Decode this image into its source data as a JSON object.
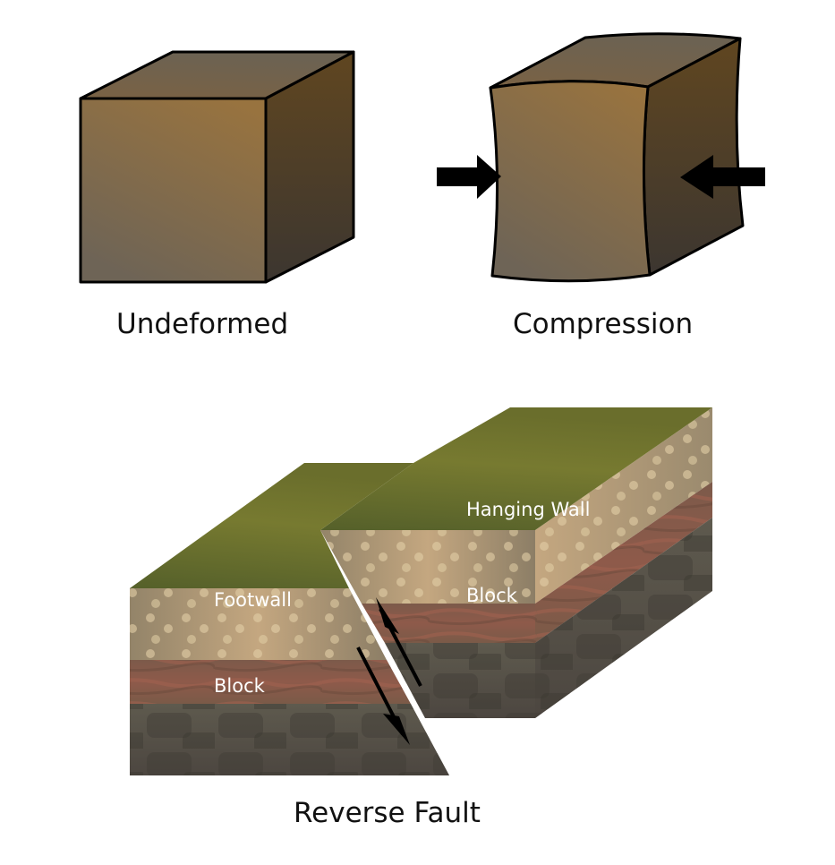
{
  "labels": {
    "undeformed": "Undeformed",
    "compression": "Compression",
    "reverse_fault": "Reverse Fault",
    "footwall_line1": "Footwall",
    "footwall_line2": "Block",
    "hanging_line1": "Hanging Wall",
    "hanging_line2": "Block"
  },
  "colors": {
    "cube_front_top": "#98733f",
    "cube_front_bottom": "#6e6456",
    "cube_side_top": "#604620",
    "cube_side_bottom": "#3c3630",
    "cube_top": "#6e6050",
    "grass_light": "#7a7a30",
    "grass_dark": "#55602a",
    "sand": "#c2a57f",
    "sand_dark": "#8f8066",
    "clay": "#8a5a48",
    "rock": "#56524a",
    "arrow": "#000000"
  }
}
